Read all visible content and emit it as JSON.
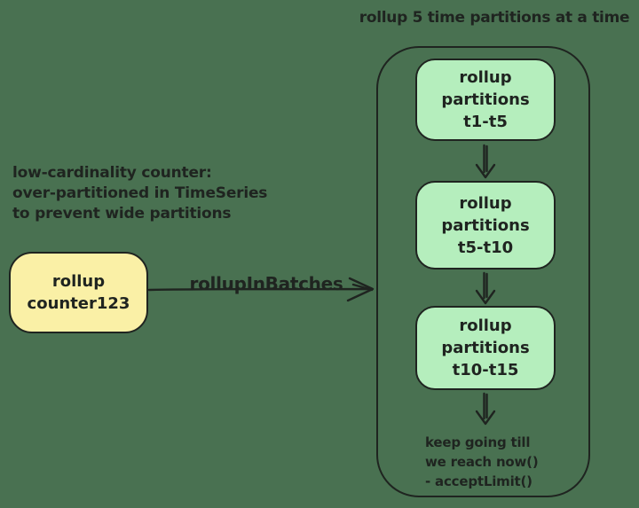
{
  "title": "rollup 5 time partitions at a time",
  "annotation": {
    "line1": "low-cardinality counter:",
    "line2": "over-partitioned in TimeSeries",
    "line3": "to prevent wide partitions"
  },
  "counter_box": {
    "line1": "rollup",
    "line2": "counter123"
  },
  "arrow_label": "rollupInBatches",
  "batch_boxes": [
    {
      "line1": "rollup",
      "line2": "partitions",
      "line3": "t1-t5"
    },
    {
      "line1": "rollup",
      "line2": "partitions",
      "line3": "t5-t10"
    },
    {
      "line1": "rollup",
      "line2": "partitions",
      "line3": "t10-t15"
    }
  ],
  "footer_note": {
    "line1": "keep going till",
    "line2": "we reach now()",
    "line3": "- acceptLimit()"
  },
  "colors": {
    "background": "#497151",
    "stroke": "#1f2420",
    "counter_fill": "#FAF0A6",
    "batch_fill": "#B5EEBD"
  }
}
